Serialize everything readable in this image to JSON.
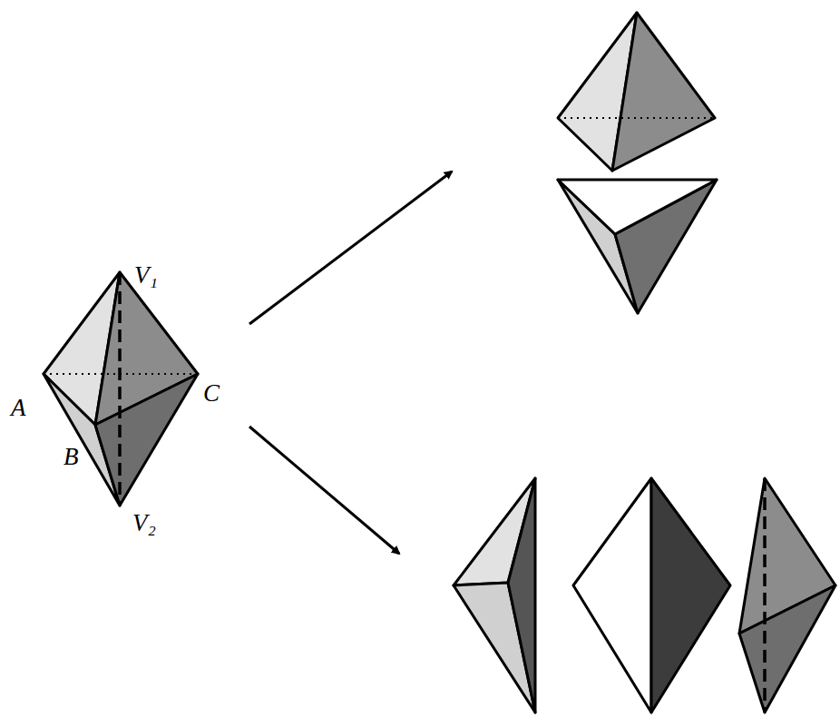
{
  "diagram": {
    "labels": [
      "V₁",
      "A",
      "C",
      "B",
      "V₂"
    ]
  }
}
